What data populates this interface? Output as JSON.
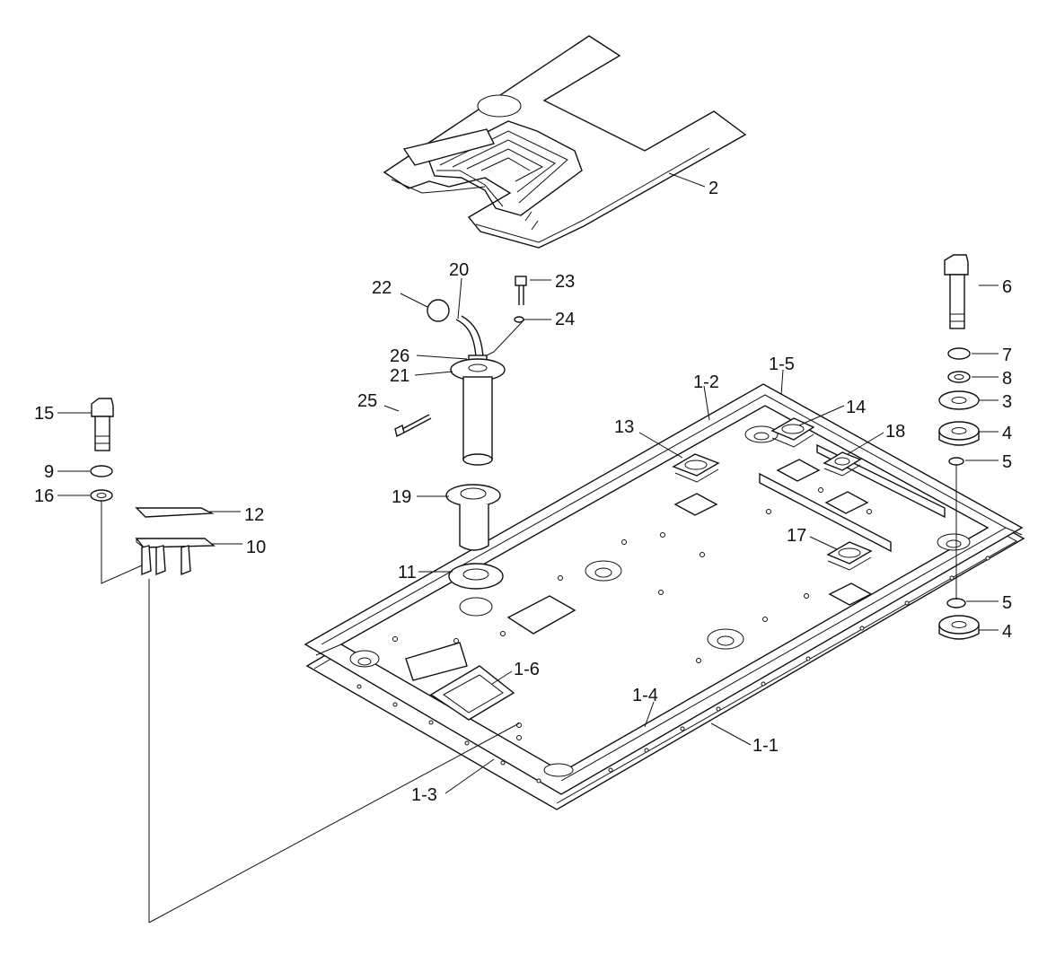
{
  "diagram": {
    "callouts": {
      "c2": "2",
      "c3": "3",
      "c4a": "4",
      "c4b": "4",
      "c5a": "5",
      "c5b": "5",
      "c6": "6",
      "c7": "7",
      "c8": "8",
      "c9": "9",
      "c10": "10",
      "c11": "11",
      "c12": "12",
      "c13": "13",
      "c14": "14",
      "c15": "15",
      "c16": "16",
      "c17": "17",
      "c18": "18",
      "c19": "19",
      "c20": "20",
      "c21": "21",
      "c22": "22",
      "c23": "23",
      "c24": "24",
      "c25": "25",
      "c26": "26",
      "c1_1": "1-1",
      "c1_2": "1-2",
      "c1_3": "1-3",
      "c1_4": "1-4",
      "c1_5": "1-5",
      "c1_6": "1-6"
    }
  }
}
